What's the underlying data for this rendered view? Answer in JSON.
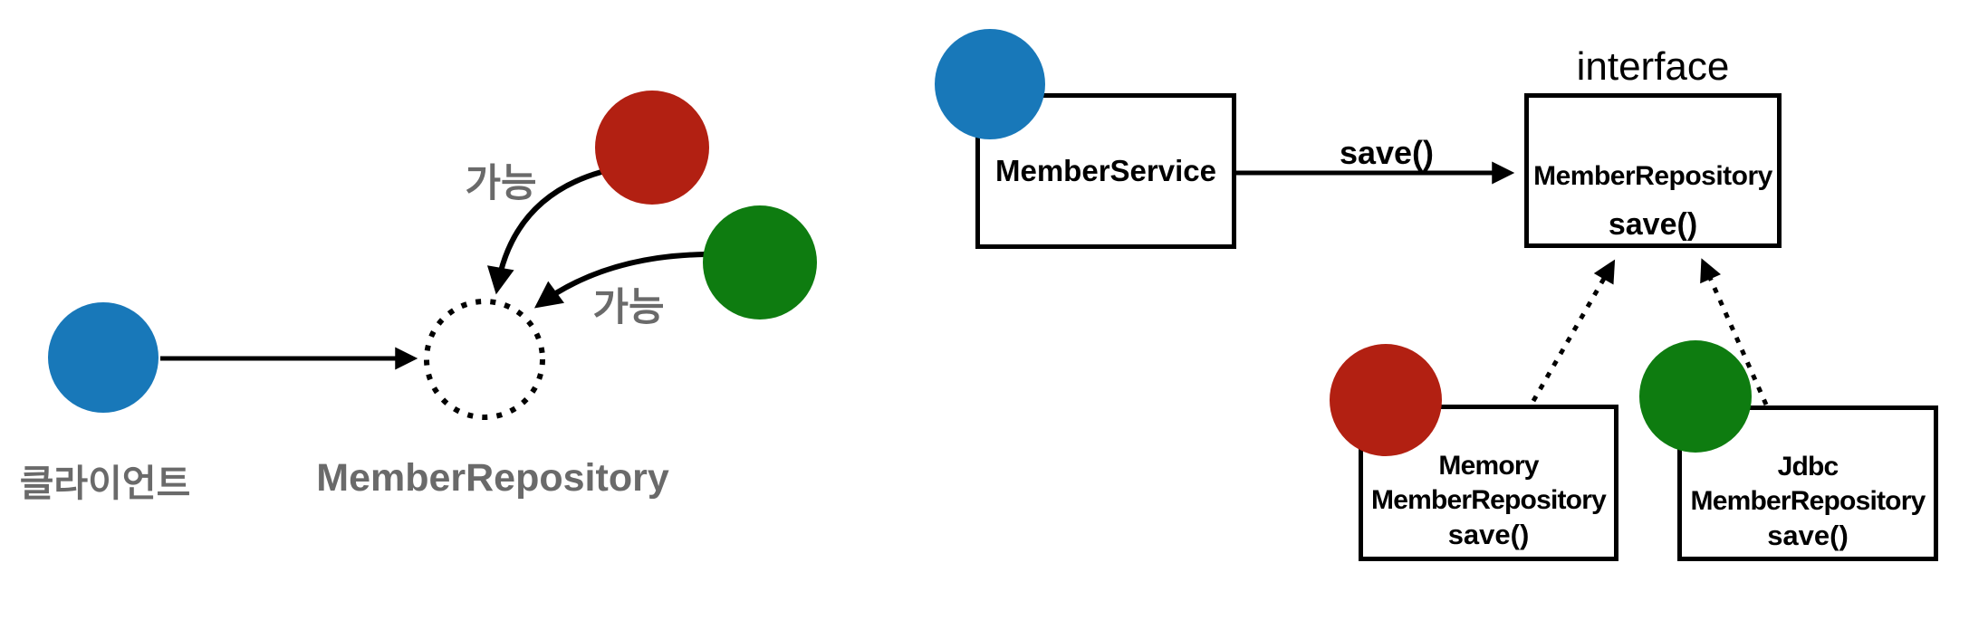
{
  "colors": {
    "blue_circle": "#1878b9",
    "red_circle": "#b22012",
    "green_circle": "#0e7c10",
    "gray_text": "#6a6a6a",
    "line_black": "#000000"
  },
  "left_diagram": {
    "client_label": "클라이언트",
    "repository_label": "MemberRepository",
    "possible_label_1": "가능",
    "possible_label_2": "가능"
  },
  "right_diagram": {
    "interface_caption": "interface",
    "service_box_label": "MemberService",
    "save_arrow_label": "save()",
    "interface_box": {
      "name": "MemberRepository",
      "method": "save()"
    },
    "memory_box": {
      "line1": "Memory",
      "line2": "MemberRepository",
      "line3": "save()"
    },
    "jdbc_box": {
      "line1": "Jdbc",
      "line2": "MemberRepository",
      "line3": "save()"
    }
  }
}
